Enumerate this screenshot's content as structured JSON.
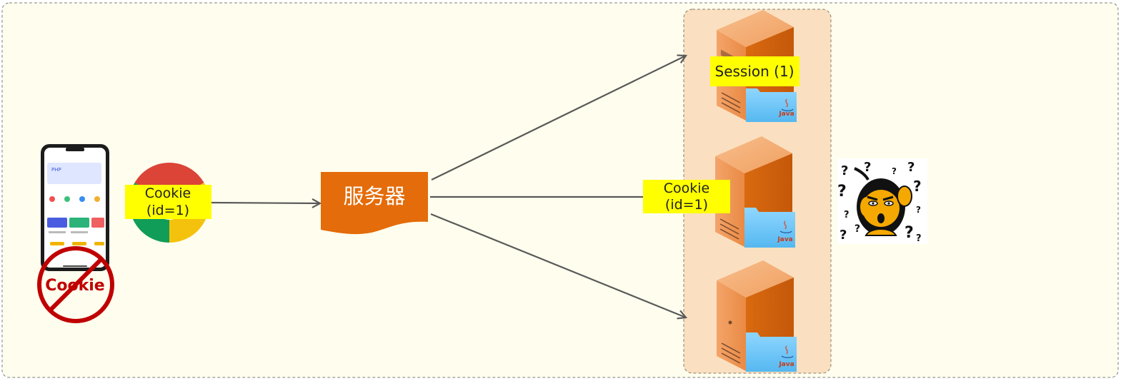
{
  "colors": {
    "canvas_bg": "#fffeee",
    "cluster_bg": "#fae0c0",
    "label_bg": "#ffff00",
    "server_label_bg": "#e46c0a",
    "arrow": "#595959",
    "forbid": "#c00000"
  },
  "phone": {
    "icon": "smartphone-icon",
    "forbidden_text": "Cookie",
    "forbidden_icon": "prohibited-icon"
  },
  "browser": {
    "icon": "chrome-logo-icon",
    "cookie_line1": "Cookie",
    "cookie_line2": "(id=1)"
  },
  "server": {
    "label": "服务器"
  },
  "cluster": {
    "servers": [
      {
        "icon": "server-tower-icon",
        "folder_icon": "java-folder-icon",
        "folder_text": "Java",
        "session_label": "Session (1)"
      },
      {
        "icon": "server-tower-icon",
        "folder_icon": "java-folder-icon",
        "folder_text": "Java",
        "cookie_line1": "Cookie",
        "cookie_line2": "(id=1)"
      },
      {
        "icon": "server-tower-icon",
        "folder_icon": "java-folder-icon",
        "folder_text": "Java"
      }
    ]
  },
  "confused": {
    "icon": "confused-monkey-icon",
    "mark": "?"
  }
}
